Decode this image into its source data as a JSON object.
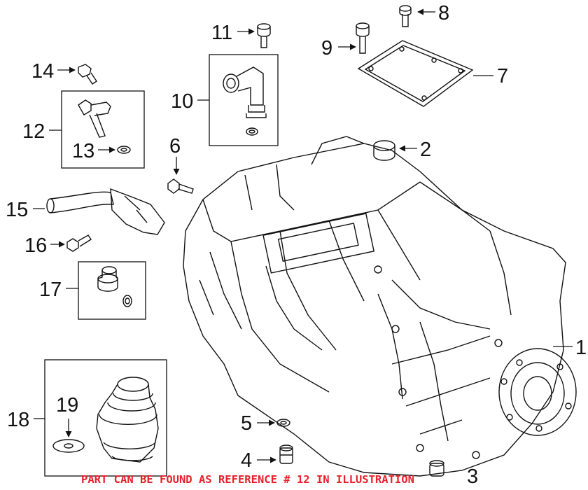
{
  "callouts": [
    "1",
    "2",
    "3",
    "4",
    "5",
    "6",
    "7",
    "8",
    "9",
    "10",
    "11",
    "12",
    "13",
    "14",
    "15",
    "16",
    "17",
    "18",
    "19"
  ],
  "footer_note": "PART CAN BE FOUND AS REFERENCE # 12 IN ILLUSTRATION",
  "colors": {
    "line": "#111111",
    "note": "#e8202a",
    "background": "#ffffff"
  }
}
